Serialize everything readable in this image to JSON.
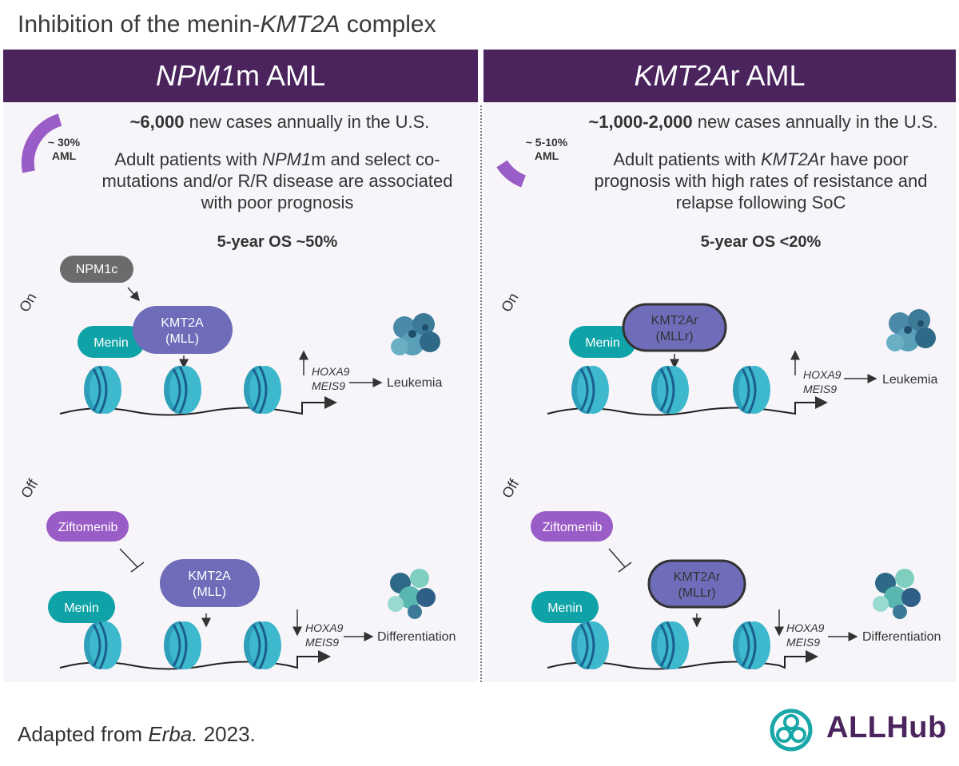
{
  "title_prefix": "Inhibition of the menin-",
  "title_italic": "KMT2A",
  "title_suffix": " complex",
  "left": {
    "header_italic": "NPM1",
    "header_rest": "m AML",
    "arc_label": "~ 30%\nAML",
    "arc_line1": "~ 30%",
    "arc_line2": "AML",
    "cases_bold": "~6,000",
    "cases_rest": " new cases annually in the U.S.",
    "desc_line1_pre": "Adult patients with ",
    "desc_line1_italic": "NPM1",
    "desc_line1_post": "m and select co-",
    "desc_line2": "mutations and/or R/R disease are associated",
    "desc_line3": "with poor prognosis",
    "os": "5-year OS ~50%",
    "on_label": "On",
    "off_label": "Off",
    "npm1c": "NPM1c",
    "menin": "Menin",
    "kmt2a_line1": "KMT2A",
    "kmt2a_line2": "(MLL)",
    "gene1": "HOXA9",
    "gene2": "MEIS9",
    "outcome_on": "Leukemia",
    "drug": "Ziftomenib",
    "outcome_off": "Differentiation"
  },
  "right": {
    "header_italic": "KMT2A",
    "header_rest": "r AML",
    "arc_line1": "~ 5-10%",
    "arc_line2": "AML",
    "cases_bold": "~1,000-2,000",
    "cases_rest": " new cases annually in the U.S.",
    "desc_line1_pre": "Adult patients with ",
    "desc_line1_italic": "KMT2A",
    "desc_line1_post": "r have poor",
    "desc_line2": "prognosis with high rates of resistance and",
    "desc_line3": "relapse following SoC",
    "os": "5-year OS <20%",
    "on_label": "On",
    "off_label": "Off",
    "menin": "Menin",
    "kmt2a_line1": "KMT2Ar",
    "kmt2a_line2": "(MLLr)",
    "gene1": "HOXA9",
    "gene2": "MEIS9",
    "outcome_on": "Leukemia",
    "drug": "Ziftomenib",
    "outcome_off": "Differentiation"
  },
  "footer_prefix": "Adapted from ",
  "footer_italic": "Erba.",
  "footer_suffix": " 2023.",
  "logo_text": "ALLHub",
  "colors": {
    "header_bg": "#4b245e",
    "menin": "#0fa3a8",
    "kmt2a": "#6f6cba",
    "npm1c": "#6b6b6b",
    "drug": "#9a5cc6",
    "nucleosome": "#3db8cc",
    "arc": "#9a5cc6",
    "logo_teal": "#1aa7a8"
  },
  "icons": [
    "arc-gauge-icon",
    "nucleosome-icon",
    "cell-cluster-icon",
    "arrow-icon",
    "inhibit-icon",
    "logo-icon"
  ]
}
